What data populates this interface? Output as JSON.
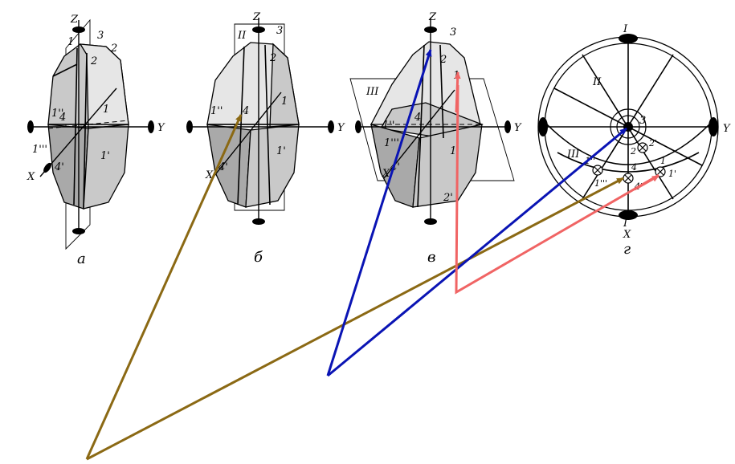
{
  "figure": {
    "panels": [
      {
        "id": "a",
        "caption": "а",
        "axes": [
          "Z",
          "Y",
          "X"
        ],
        "labels": [
          "1",
          "2",
          "3",
          "1''",
          "1'''",
          "4",
          "4'",
          "1'"
        ]
      },
      {
        "id": "b",
        "caption": "б",
        "axes": [
          "Z",
          "Y",
          "X"
        ],
        "labels": [
          "II",
          "3",
          "2",
          "1''",
          "4",
          "1",
          "4'",
          "1'"
        ]
      },
      {
        "id": "v",
        "caption": "в",
        "axes": [
          "Z",
          "Y",
          "X"
        ],
        "labels": [
          "3",
          "2",
          "1",
          "III",
          "1''",
          "4",
          "1'''",
          "4'",
          "1'",
          "2'"
        ]
      },
      {
        "id": "g",
        "caption": "г",
        "axes": [
          "Y",
          "X"
        ],
        "labels": [
          "I",
          "II",
          "3",
          "III",
          "2",
          "2'",
          "1",
          "1'",
          "1''",
          "1'''",
          "4",
          "4'",
          "I"
        ]
      }
    ],
    "arrow_colors": {
      "olive": "#8b6914",
      "blue": "#0a14b4",
      "red": "#f06464"
    }
  }
}
